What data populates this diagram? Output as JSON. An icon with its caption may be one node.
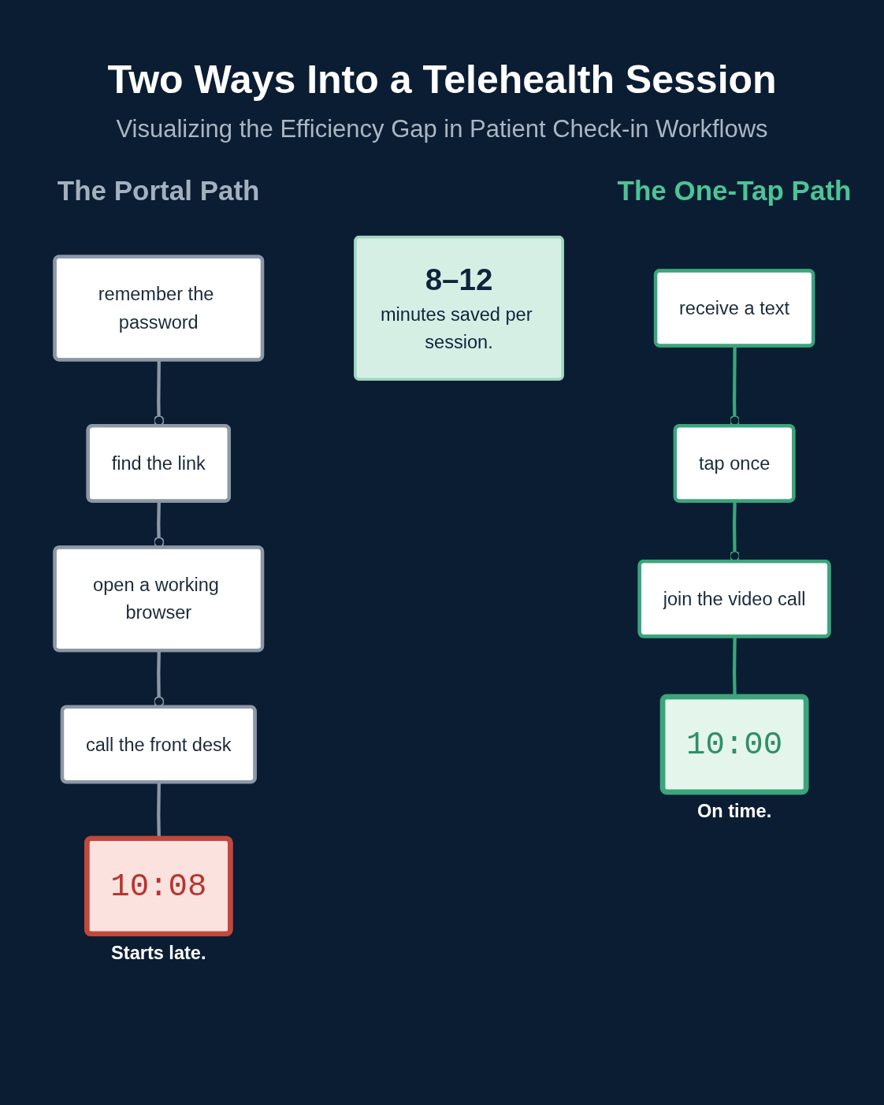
{
  "diagram": {
    "title": "Two Ways Into a Telehealth Session",
    "nodes": [
      {
        "text": [
          "remember the password"
        ]
      },
      {
        "text": [
          "find the link"
        ]
      },
      {
        "text": [
          "open a working browser"
        ]
      },
      {
        "text": [
          "call the front desk"
        ]
      },
      {
        "text": [
          "10:08"
        ],
        "beside": [
          "Starts late."
        ]
      },
      {
        "text": [
          "8–12",
          "minutes saved per session."
        ]
      },
      {
        "text": [
          "receive a text"
        ]
      },
      {
        "text": [
          "tap once"
        ]
      },
      {
        "text": [
          "join the video call"
        ]
      },
      {
        "text": [
          "10:00"
        ],
        "beside": [
          "On time."
        ]
      }
    ],
    "edges": [
      {
        "from": 0,
        "to": 1,
        "arrow": "other"
      },
      {
        "from": 1,
        "to": 2,
        "arrow": "other"
      },
      {
        "from": 2,
        "to": 3,
        "arrow": "other"
      },
      {
        "from": 3,
        "to": 4,
        "arrow": "none"
      },
      {
        "from": 6,
        "to": 7,
        "arrow": "other",
        "color": "#3ba57b"
      },
      {
        "from": 7,
        "to": 8,
        "arrow": "other",
        "color": "#3ba57b"
      },
      {
        "from": 8,
        "to": 9,
        "arrow": "none",
        "color": "#3ba57b"
      }
    ],
    "labels": [
      "Visualizing the Efficiency Gap in Patient Check-in Workflows",
      "The Portal Path",
      "The One-Tap Path"
    ]
  }
}
